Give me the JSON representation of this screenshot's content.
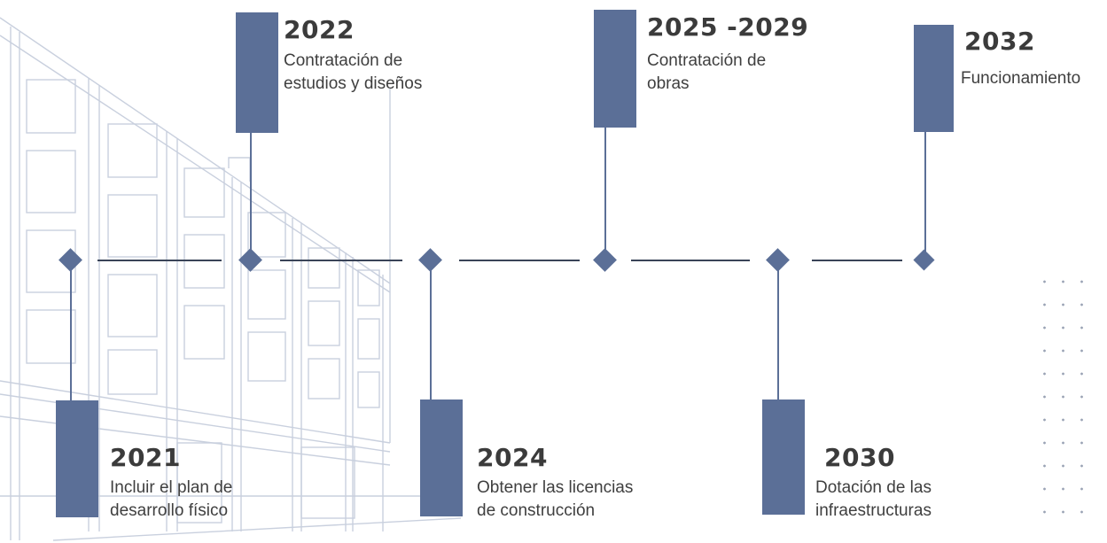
{
  "milestones": [
    {
      "year": "2021",
      "description": "Incluir el plan de\ndesarrollo físico"
    },
    {
      "year": "2022",
      "description": "Contratación de\nestudios y diseños"
    },
    {
      "year": "2024",
      "description": "Obtener las licencias\nde construcción"
    },
    {
      "year": "2025 -2029",
      "description": "Contratación de\nobras"
    },
    {
      "year": "2030",
      "description": "Dotación de las\ninfraestructuras"
    },
    {
      "year": "2032",
      "description": "Funcionamiento"
    }
  ],
  "colors": {
    "accent": "#5b6f97",
    "timeline": "#3a4458",
    "text": "#3b3b3b",
    "sketch": "#c9d0de"
  }
}
